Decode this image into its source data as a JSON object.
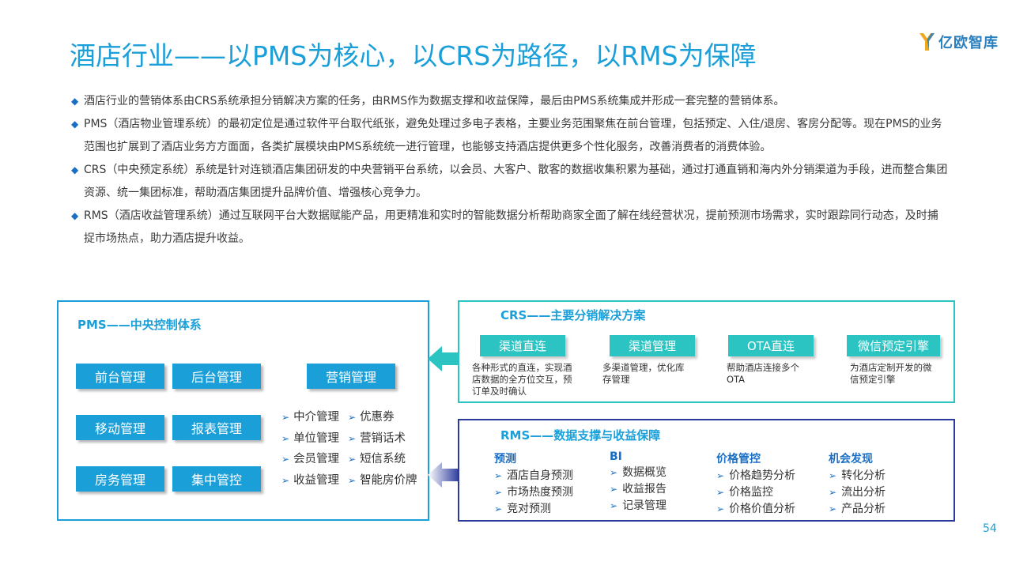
{
  "title": "酒店行业——以PMS为核心，以CRS为路径，以RMS为保障",
  "logo": {
    "text": "亿欧智库",
    "icon": "yiou-logo-icon"
  },
  "bullets": [
    "酒店行业的营销体系由CRS系统承担分销解决方案的任务，由RMS作为数据支撑和收益保障，最后由PMS系统集成并形成一套完整的营销体系。",
    "PMS（酒店物业管理系统）的最初定位是通过软件平台取代纸张，避免处理过多电子表格，主要业务范围聚焦在前台管理，包括预定、入住/退房、客房分配等。现在PMS的业务范围也扩展到了酒店业务方方面面，各类扩展模块由PMS系统统一进行管理，也能够支持酒店提供更多个性化服务，改善消费者的消费体验。",
    "CRS（中央预定系统）系统是针对连锁酒店集团研发的中央营销平台系统，以会员、大客户、散客的数据收集积累为基础，通过打通直销和海内外分销渠道为手段，进而整合集团资源、统一集团标准，帮助酒店集团提升品牌价值、增强核心竞争力。",
    "RMS（酒店收益管理系统）通过互联网平台大数据赋能产品，用更精准和实时的智能数据分析帮助商家全面了解在线经营状况，提前预测市场需求，实时跟踪同行动态，及时捕捉市场热点，助力酒店提升收益。"
  ],
  "pms": {
    "title": "PMS——中央控制体系",
    "buttons": [
      "前台管理",
      "后台管理",
      "移动管理",
      "报表管理",
      "房务管理",
      "集中管控",
      "营销管理"
    ],
    "list_left": [
      "中介管理",
      "单位管理",
      "会员管理",
      "收益管理"
    ],
    "list_right": [
      "优惠券",
      "营销话术",
      "短信系统",
      "智能房价牌"
    ]
  },
  "crs": {
    "title": "CRS——主要分销解决方案",
    "items": [
      {
        "label": "渠道直连",
        "desc": [
          "各种形式的直连，实现酒",
          "店数据的全方位交互，预",
          "订单及时确认"
        ]
      },
      {
        "label": "渠道管理",
        "desc": [
          "多渠道管理，优化库",
          "存管理"
        ]
      },
      {
        "label": "OTA直连",
        "desc": [
          "帮助酒店连接多个",
          "OTA"
        ]
      },
      {
        "label": "微信预定引擎",
        "desc": [
          "为酒店定制开发的微",
          "信预定引擎"
        ]
      }
    ]
  },
  "rms": {
    "title": "RMS——数据支撑与收益保障",
    "columns": [
      {
        "head": "预测",
        "items": [
          "酒店自身预测",
          "市场热度预测",
          "竞对预测"
        ]
      },
      {
        "head": "BI",
        "items": [
          "数据概览",
          "收益报告",
          "记录管理"
        ]
      },
      {
        "head": "价格管控",
        "items": [
          "价格趋势分析",
          "价格监控",
          "价格价值分析"
        ]
      },
      {
        "head": "机会发现",
        "items": [
          "转化分析",
          "流出分析",
          "产品分析"
        ]
      }
    ]
  },
  "page_number": "54",
  "colors": {
    "primary": "#1a9fd9",
    "crs_border": "#2cc3c3",
    "rms_border": "#2b3a9c"
  }
}
